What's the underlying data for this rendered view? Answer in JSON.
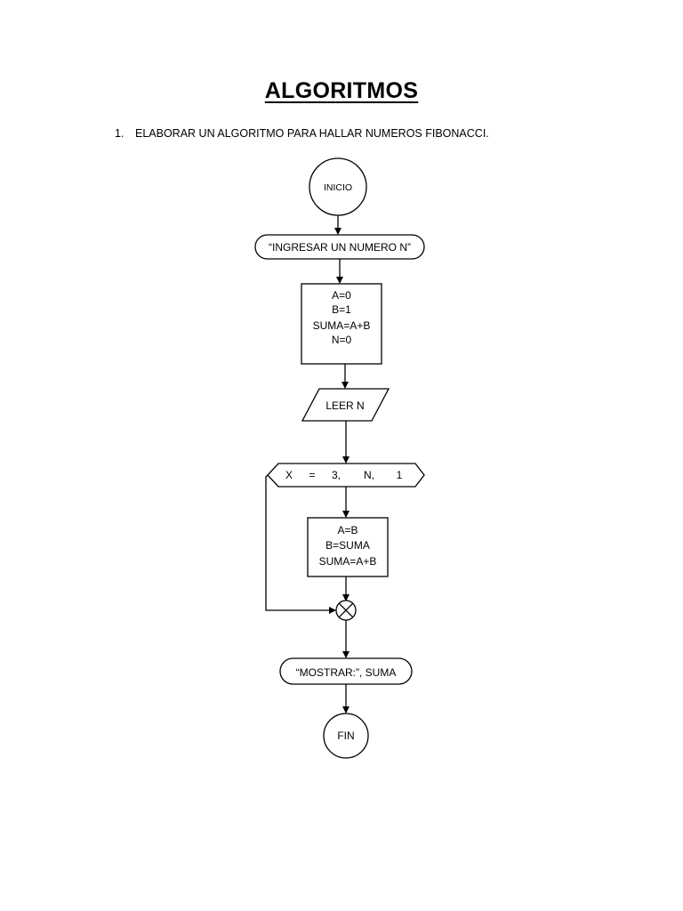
{
  "page": {
    "title": "ALGORITMOS",
    "task_number": "1.",
    "task_text": "ELABORAR UN ALGORITMO PARA HALLAR NUMEROS FIBONACCI."
  },
  "flowchart": {
    "start_label": "INICIO",
    "input_prompt": "“INGRESAR UN NUMERO N”",
    "init_block": [
      "A=0",
      "B=1",
      "SUMA=A+B",
      "N=0"
    ],
    "read_label": "LEER N",
    "loop": {
      "var": "X",
      "eq": "=",
      "start": "3,",
      "end": "N,",
      "step": "1"
    },
    "loop_body": [
      "A=B",
      "B=SUMA",
      "SUMA=A+B"
    ],
    "output_label": "“MOSTRAR:”, SUMA",
    "end_label": "FIN"
  }
}
